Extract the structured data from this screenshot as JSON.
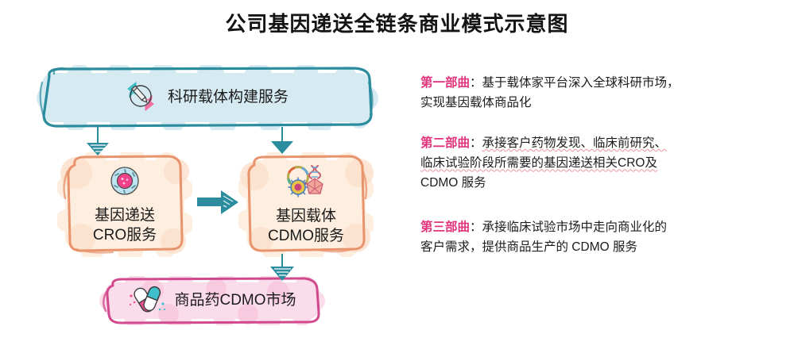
{
  "page": {
    "title": "公司基因递送全链条商业模式示意图",
    "background": "#ffffff"
  },
  "colors": {
    "title_text": "#141414",
    "teal": "#2a8c9c",
    "teal_fill": "#d6eaf2",
    "orange": "#e8936c",
    "orange_fill": "#fdeedf",
    "pink": "#d1498c",
    "pink_fill": "#fbdcea",
    "lead_pink": "#e0347c",
    "body_text": "#1c1c1c",
    "arrow": "#2a8c9c"
  },
  "diagram": {
    "nodes": [
      {
        "id": "research",
        "label": "科研载体构建服务",
        "icon": "refresh-pencil-icon",
        "fill": "#d6eaf2",
        "stroke": "#2a8c9c"
      },
      {
        "id": "cro",
        "label": "基因递送\nCRO服务",
        "icon": "cell-icon",
        "fill": "#fdeedf",
        "stroke": "#e8936c"
      },
      {
        "id": "cdmo",
        "label": "基因载体\nCDMO服务",
        "icon": "plasmid-virus-icon",
        "fill": "#fdeedf",
        "stroke": "#e8936c"
      },
      {
        "id": "market",
        "label": "商品药CDMO市场",
        "icon": "capsules-icon",
        "fill": "#fbdcea",
        "stroke": "#d1498c"
      }
    ],
    "connectors": [
      {
        "id": "research-to-cro",
        "from": "research",
        "to": "cro",
        "direction": "down"
      },
      {
        "id": "research-to-cdmo",
        "from": "research",
        "to": "cdmo",
        "direction": "down"
      },
      {
        "id": "cro-to-cdmo",
        "from": "cro",
        "to": "cdmo",
        "direction": "right"
      },
      {
        "id": "cdmo-to-market",
        "from": "cdmo",
        "to": "market",
        "direction": "down"
      }
    ]
  },
  "notes": [
    {
      "id": "note-1",
      "lead": "第一部曲",
      "colon": "：",
      "lines": [
        "基于载体家平台深入全球科研市场，",
        "实现基因载体商品化"
      ]
    },
    {
      "id": "note-2",
      "lead": "第二部曲",
      "colon": "：",
      "lines": [
        "承接客户药物发现、临床前研究、",
        "临床试验阶段所需要的基因递送相关CRO及",
        "CDMO 服务"
      ]
    },
    {
      "id": "note-3",
      "lead": "第三部曲",
      "colon": "：",
      "lines": [
        "承接临床试验市场中走向商业化的",
        "客户需求，提供商品生产的 CDMO 服务"
      ]
    }
  ]
}
